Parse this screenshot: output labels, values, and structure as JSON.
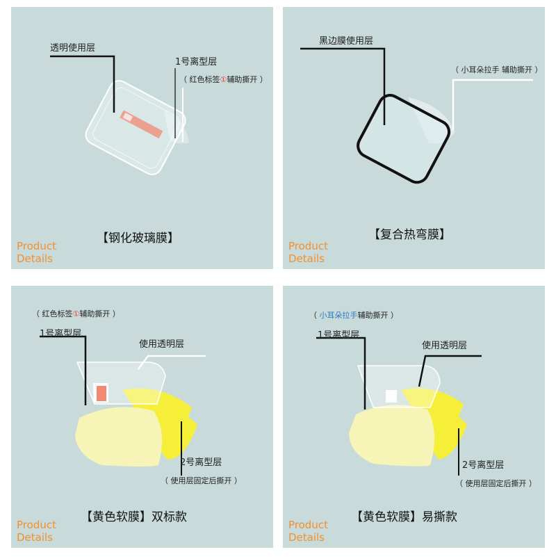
{
  "panels": [
    {
      "title": "【钢化玻璃膜】",
      "labels": {
        "use_layer": "透明使用层",
        "release1": "1号离型层",
        "hint_pre": "（ 红色标签",
        "hint_num": "①",
        "hint_post": "辅助撕开 ）"
      },
      "product": "Product",
      "details": "Details"
    },
    {
      "title": "【复合热弯膜】",
      "labels": {
        "use_layer": "黑边膜使用层",
        "hint": "（ 小耳朵拉手  辅助撕开 ）"
      },
      "product": "Product",
      "details": "Details"
    },
    {
      "title": "【黄色软膜】双标款",
      "labels": {
        "hint_pre": "（ 红色标签",
        "hint_num": "①",
        "hint_post": "辅助撕开 ）",
        "release1": "1号离型层",
        "use_layer": "使用透明层",
        "release2": "2号离型层",
        "release2_note": "（ 使用层固定后撕开 ）"
      },
      "product": "Product",
      "details": "Details"
    },
    {
      "title": "【黄色软膜】易撕款",
      "labels": {
        "hint_pre": "（ ",
        "hint_blue": "小耳朵拉手",
        "hint_post": "辅助撕开 ）",
        "release1": "1号离型层",
        "use_layer": "使用透明层",
        "release2": "2号离型层",
        "release2_note": "（ 使用层固定后撕开 ）"
      },
      "product": "Product",
      "details": "Details"
    }
  ],
  "colors": {
    "panel_bg": "#c8dada",
    "accent": "#f2902f",
    "label_red": "#e8472f",
    "yellow": "#f5ef3a"
  }
}
